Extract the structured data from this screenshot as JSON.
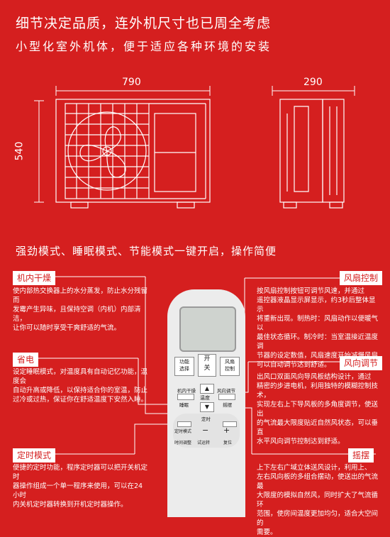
{
  "header": {
    "headline": "细节决定品质，连外机尺寸也已周全考虑",
    "subline": "小型化室外机体，便于适应各种环境的安装"
  },
  "dimensions": {
    "width": "790",
    "height": "540",
    "depth": "290"
  },
  "features": {
    "title": "强劲模式、睡眠模式、节能模式一键开启，操作简便"
  },
  "callouts": {
    "dry": {
      "tag": "机内干燥",
      "lines": [
        "使内部热交换器上的水分蒸发，防止水分残留而",
        "发霉产生异味，且保持空调（内机）内部清洁，",
        "让你可以随时享受干爽舒适的气流。"
      ]
    },
    "save": {
      "tag": "省电",
      "lines": [
        "设定睡眠模式，对温度具有自动记忆功能，温度会",
        "自动升高或降低，以保持适合你的室温，防止",
        "过冷或过热，保证你在舒适温度下安然入睡。"
      ]
    },
    "timer": {
      "tag": "定时模式",
      "lines": [
        "便捷的定时功能，程序定时器可以把开关机定时",
        "器操作组成一个单一程序来使用，可以在24小时",
        "内关机定时器转换到开机定时器操作。"
      ]
    },
    "fan": {
      "tag": "风扇控制",
      "lines": [
        "按风扇控制按钮可调节风速，并通过",
        "遥控器液晶显示屏显示，约3秒后整体显示",
        "将重新出现。制热时：风扇动作以便暖气以",
        "最佳状态循环。制冷时：当室温接近温度调",
        "节器的设定数值，风扇速度开始减慢风扇",
        "可以自动调节达到舒适。"
      ]
    },
    "direction": {
      "tag": "风向调节",
      "lines": [
        "出风口双面风向导风板结构设计，通过",
        "精密的步进电机，利用独特的模糊控制技术，",
        "实现左右上下导风板的多角度调节，使送出",
        "的气流最大限度贴近自然风状态，可以垂直",
        "水平风向调节控制达到舒适。"
      ]
    },
    "swing": {
      "tag": "摇摆",
      "lines": [
        "上下左右广域立体送风设计，利用上、",
        "左右风向板的多组合摆动，使送出的气流最",
        "大限度的模拟自然风，同时扩大了气流循环",
        "范围，使房间温度更加均匀，适合大空间的",
        "需要。"
      ]
    }
  },
  "remote": {
    "btn_func": "功能\n选择",
    "btn_func_a": "功能",
    "btn_func_b": "选择",
    "btn_power_a": "开",
    "btn_power_b": "关",
    "btn_fan_a": "风扇",
    "btn_fan_b": "控制",
    "btn_dry": "机内干燥",
    "btn_dir": "风向调节",
    "btn_save": "睡眠",
    "btn_temp": "温度",
    "btn_swing": "摇摆",
    "btn_timer_set": "定时",
    "btn_timer_mode": "定时模式",
    "btn_time": "时间调整",
    "btn_trial": "试运转",
    "btn_reset": "复位",
    "minus": "−",
    "plus": "+"
  },
  "colors": {
    "background": "#d51f1f",
    "foreground": "#ffffff",
    "remote_body": "#ececec"
  }
}
